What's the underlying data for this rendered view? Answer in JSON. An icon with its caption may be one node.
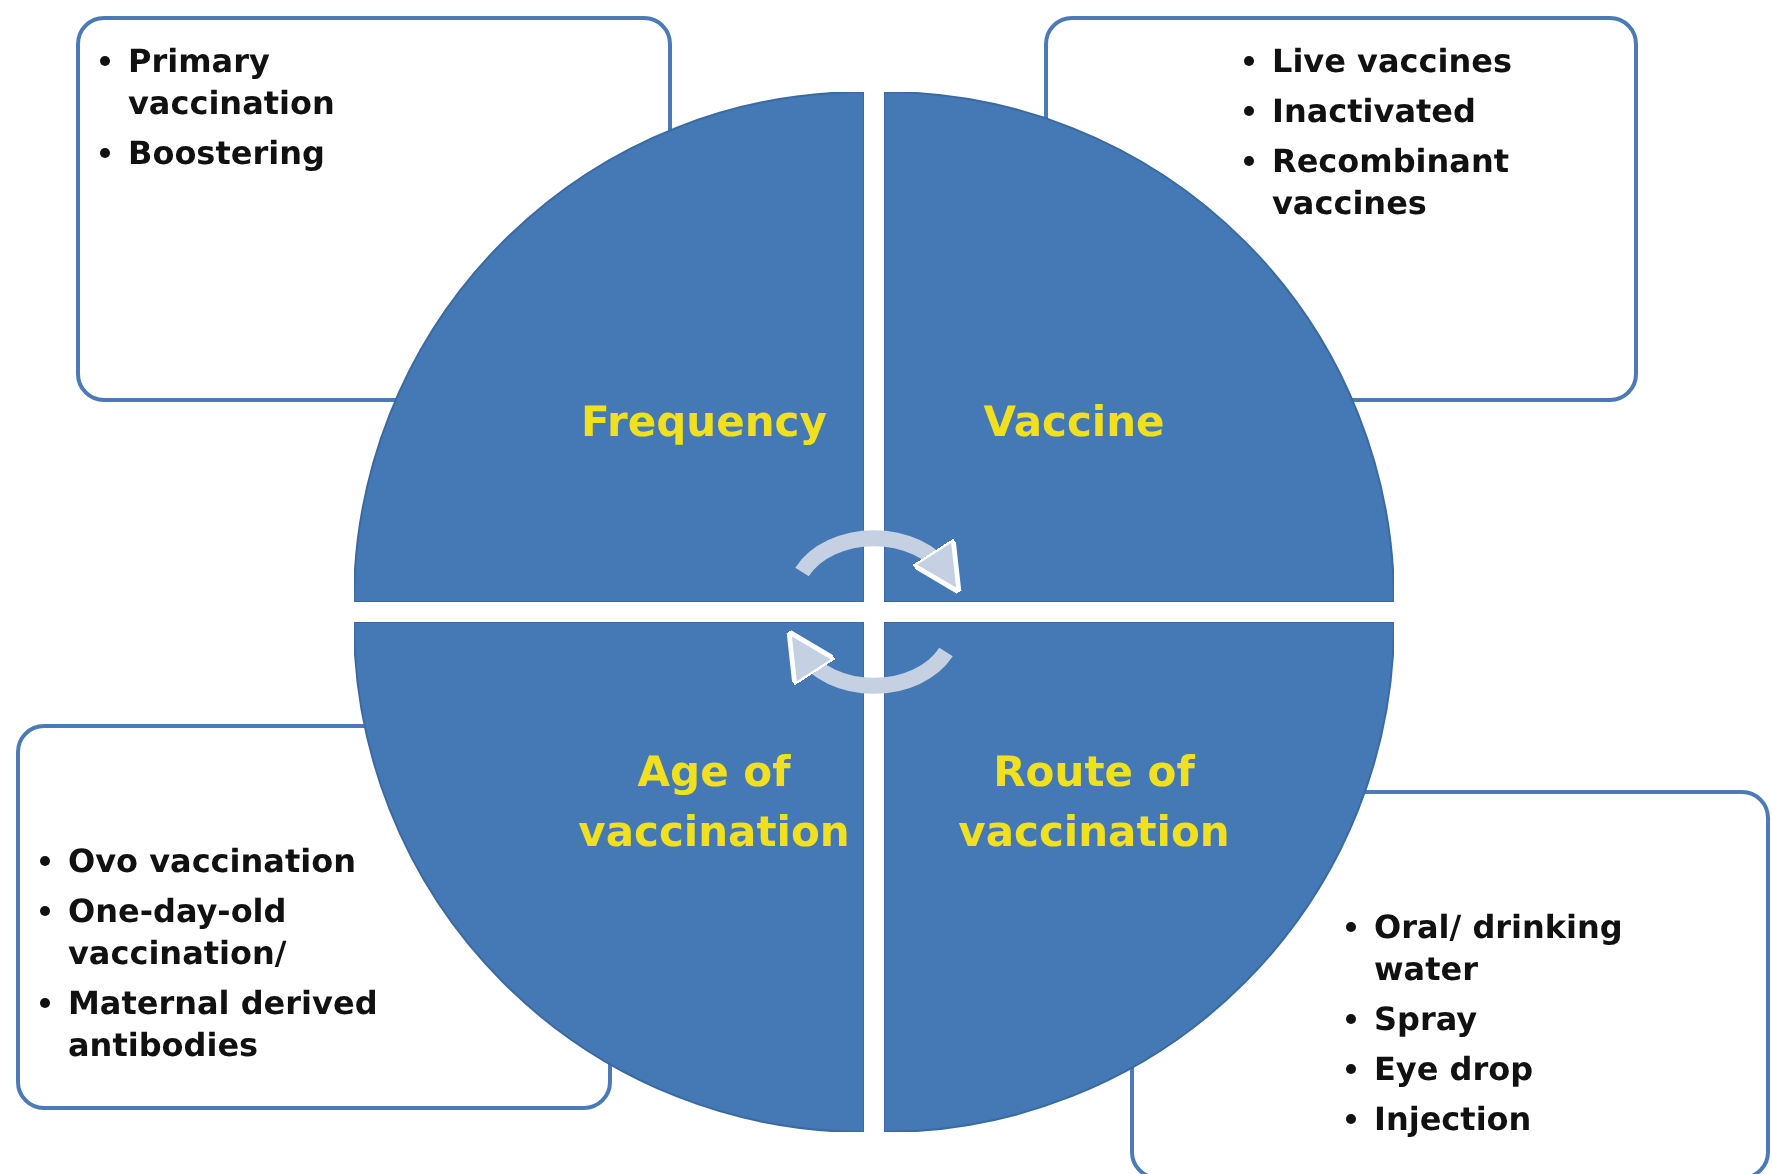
{
  "diagram": {
    "nodes": [
      {
        "text": [
          "Primary vaccination",
          "Boostering"
        ]
      },
      {
        "text": [
          "Live vaccines",
          "Inactivated",
          "Recombinant vaccines"
        ]
      },
      {
        "text": [
          "Frequency"
        ]
      },
      {
        "text": [
          "Vaccine"
        ]
      },
      {
        "text": [
          "Age of vaccination"
        ]
      },
      {
        "text": [
          "Route of vaccination"
        ]
      },
      {
        "text": [
          "Ovo vaccination",
          "One-day-old vaccination/",
          "Maternal derived antibodies"
        ]
      },
      {
        "text": [
          "Oral/ drinking water",
          "Spray",
          "Eye drop",
          "Injection"
        ]
      }
    ],
    "edges": [
      {
        "from": 2,
        "to": 3,
        "arrow": "to"
      },
      {
        "from": 5,
        "to": 4,
        "arrow": "to"
      }
    ]
  }
}
